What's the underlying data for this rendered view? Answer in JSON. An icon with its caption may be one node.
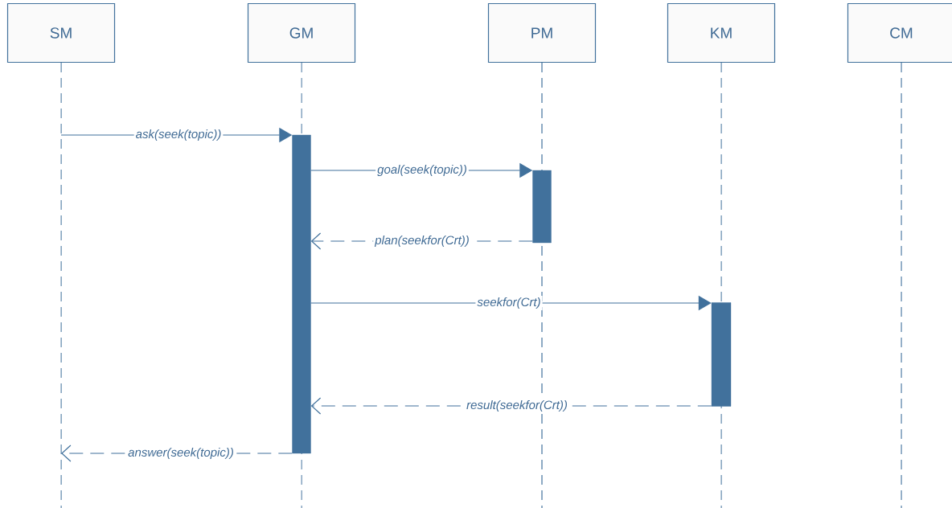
{
  "diagram": {
    "nodes": [
      {
        "text": [
          "SM"
        ]
      },
      {
        "text": [
          "GM"
        ]
      },
      {
        "text": [
          "PM"
        ]
      },
      {
        "text": [
          "KM"
        ]
      },
      {
        "text": [
          "CM"
        ]
      },
      {
        "text": [],
        "shape": "bar"
      },
      {
        "text": [],
        "shape": "bar"
      },
      {
        "text": [],
        "shape": "bar"
      }
    ],
    "edges": [
      {
        "from": null,
        "to": 5,
        "arrow": "to",
        "label": "ask(seek(topic))"
      },
      {
        "from": 5,
        "to": 6,
        "arrow": "to",
        "label": "goal(seek(topic))"
      },
      {
        "from": 6,
        "to": 5,
        "arrow": "to",
        "label": "plan(seekfor(Crt))",
        "style": "dashed"
      },
      {
        "from": 5,
        "to": 7,
        "arrow": "to",
        "label": "seekfor(Crt)"
      },
      {
        "from": 7,
        "to": 5,
        "arrow": "to",
        "label": "result(seekfor(Crt))",
        "style": "dashed"
      },
      {
        "from": 5,
        "to": null,
        "arrow": "to",
        "label": "answer(seek(topic))",
        "style": "dashed"
      }
    ]
  }
}
